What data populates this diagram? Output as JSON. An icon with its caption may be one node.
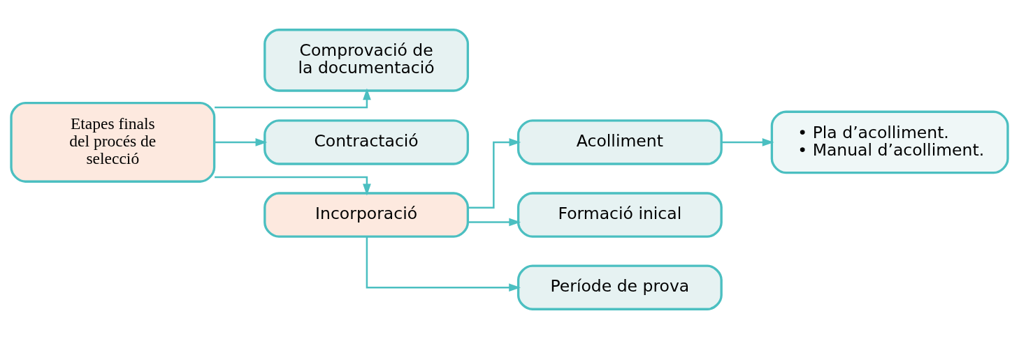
{
  "diagram": {
    "nodes": [
      {
        "text": [
          "Etapes finals del procés de selecció"
        ]
      },
      {
        "text": [
          "Comprovació de la documentació"
        ]
      },
      {
        "text": [
          "Contractació"
        ]
      },
      {
        "text": [
          "Incorporació"
        ]
      },
      {
        "text": [
          "Acolliment"
        ]
      },
      {
        "text": [
          "Formació inical"
        ]
      },
      {
        "text": [
          "Període de prova"
        ]
      },
      {
        "text": [
          "• Pla d’acolliment.",
          "• Manual d’acolliment."
        ]
      }
    ],
    "edges": [
      {
        "from": 0,
        "to": 1,
        "arrow": "to"
      },
      {
        "from": 0,
        "to": 2,
        "arrow": "to"
      },
      {
        "from": 0,
        "to": 3,
        "arrow": "to"
      },
      {
        "from": 3,
        "to": 4,
        "arrow": "to"
      },
      {
        "from": 3,
        "to": 5,
        "arrow": "to"
      },
      {
        "from": 3,
        "to": 6,
        "arrow": "to"
      },
      {
        "from": 4,
        "to": 7,
        "arrow": "to"
      }
    ]
  }
}
